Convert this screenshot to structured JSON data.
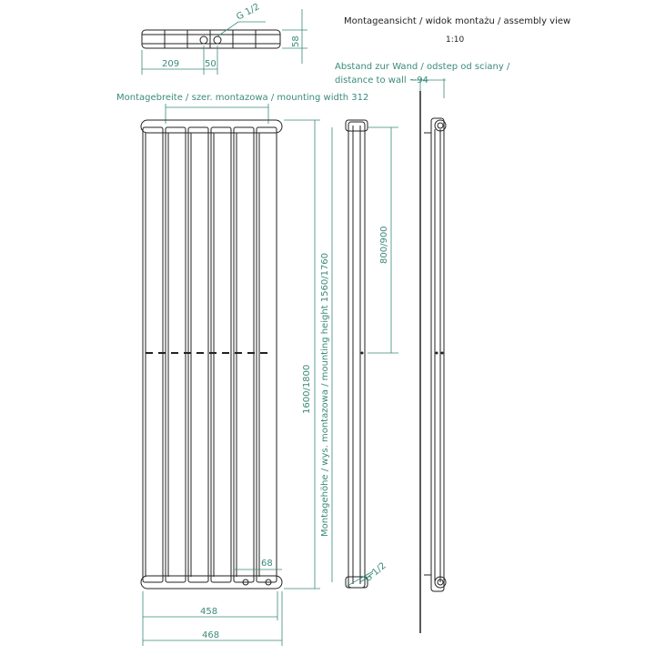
{
  "header": {
    "title": "Montageansicht / widok montażu / assembly view",
    "scale": "1:10"
  },
  "top_view": {
    "pipe_label": "G 1/2",
    "depth": "58",
    "left_offset": "209",
    "connection_spacing": "50"
  },
  "front_view": {
    "mounting_width": "Montagebreite / szer. montazowa / mounting width 312",
    "overall_height": "1600/1800",
    "mounting_height": "Montagehöhe / wys. montazowa / mounting height  1560/1760",
    "bottom_connection": "68",
    "width_inner": "458",
    "width_outer": "468"
  },
  "side_view": {
    "bracket_spacing": "800/900",
    "pipe_label": "G 1/2"
  },
  "wall_view": {
    "distance": "Abstand zur Wand / odstep od sciany /",
    "distance_line2": "distance to wall ~94"
  },
  "colors": {
    "dimension": "#3a8a7a",
    "outline": "#222222"
  }
}
